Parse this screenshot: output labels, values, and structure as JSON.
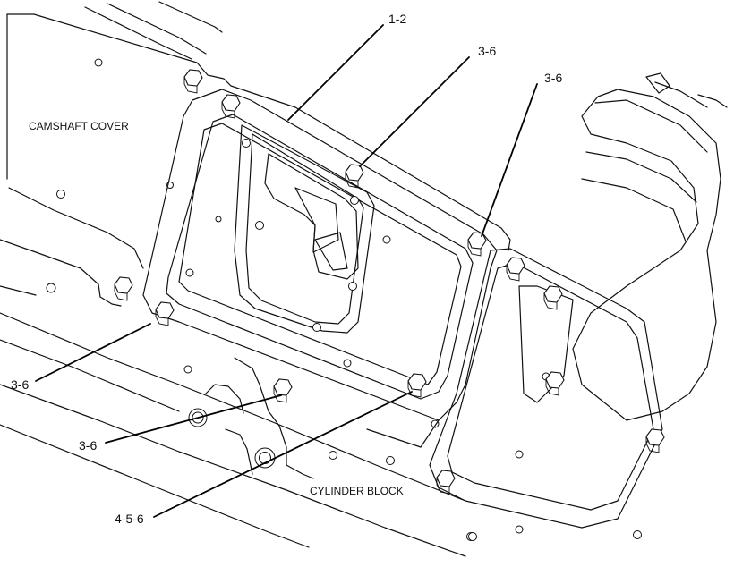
{
  "labels": {
    "camshaft_cover": "CAMSHAFT COVER",
    "cylinder_block": "CYLINDER BLOCK"
  },
  "callouts": [
    {
      "id": "c1",
      "text": "1-2"
    },
    {
      "id": "c2",
      "text": "3-6"
    },
    {
      "id": "c3",
      "text": "3-6"
    },
    {
      "id": "c4",
      "text": "3-6"
    },
    {
      "id": "c5",
      "text": "3-6"
    },
    {
      "id": "c6",
      "text": "4-5-6"
    }
  ]
}
